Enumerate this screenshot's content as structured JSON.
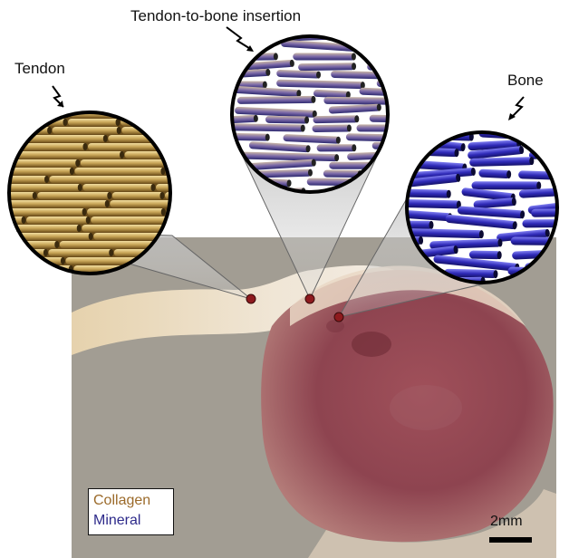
{
  "labels": {
    "tendon": "Tendon",
    "insertion": "Tendon-to-bone insertion",
    "bone": "Bone"
  },
  "legend": {
    "collagen": "Collagen",
    "mineral": "Mineral"
  },
  "scale_bar": {
    "label": "2mm"
  },
  "colors": {
    "collagen": "#c4a25a",
    "mineral": "#2f2ab8",
    "callout_dot": "#8e1a1e",
    "photo_background": "#a29d93",
    "bone_tissue": "#9a4a52"
  },
  "icons": {
    "zoom_arrows": "lightning-arrow-icon"
  }
}
